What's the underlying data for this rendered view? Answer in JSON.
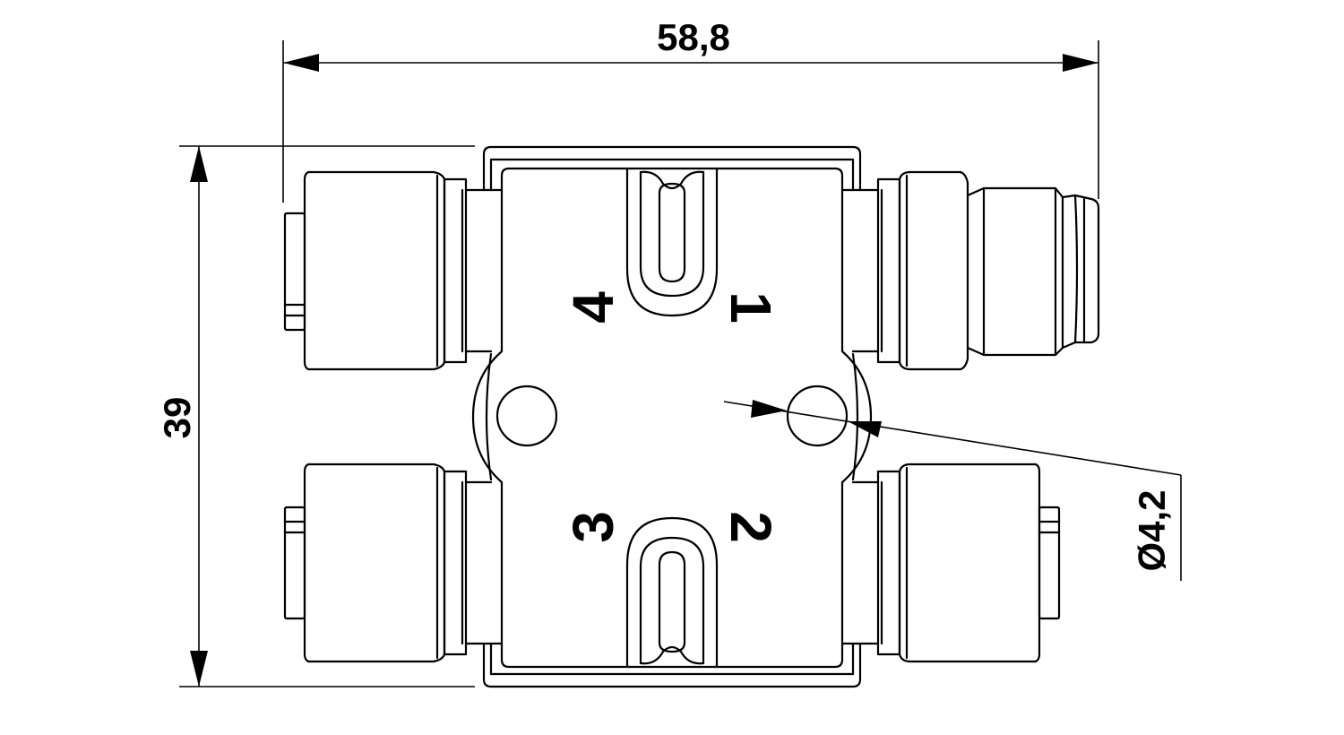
{
  "dimensions": {
    "width": "58,8",
    "height": "39",
    "hole_diameter": "Ø4,2"
  },
  "ports": {
    "p1": "1",
    "p2": "2",
    "p3": "3",
    "p4": "4"
  }
}
